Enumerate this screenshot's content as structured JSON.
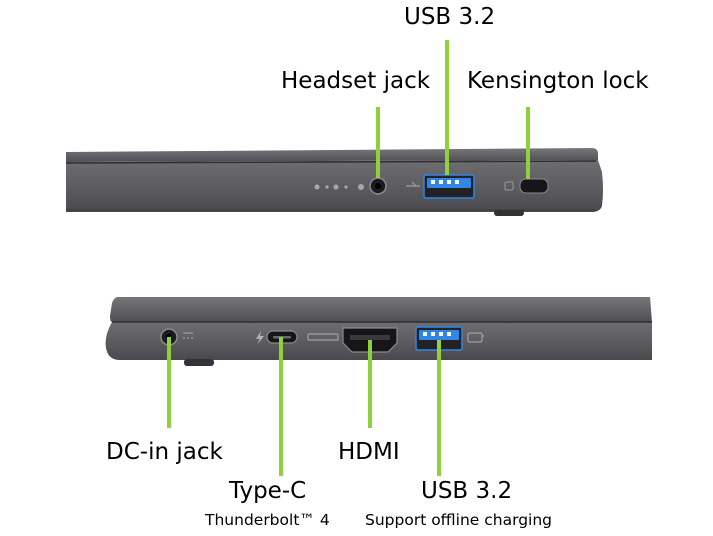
{
  "colors": {
    "callout_line": "#8ed13a",
    "chassis": "#5f5f63",
    "chassis_dark": "#3c3c40",
    "usb_port": "#2f86e6",
    "background": "#ffffff"
  },
  "top_view": {
    "labels": {
      "usb": "USB 3.2",
      "headset": "Headset jack",
      "kensington": "Kensington lock"
    }
  },
  "bottom_view": {
    "labels": {
      "dc_in": "DC-in jack",
      "type_c": "Type-C",
      "type_c_sub": "Thunderbolt™ 4",
      "hdmi": "HDMI",
      "usb": "USB 3.2",
      "usb_sub": "Support offline charging"
    }
  }
}
